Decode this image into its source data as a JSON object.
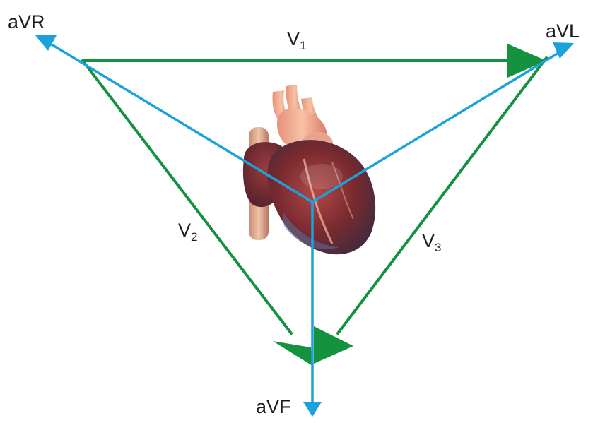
{
  "diagram": {
    "leads": {
      "avr": {
        "text": "aVR"
      },
      "avl": {
        "text": "aVL"
      },
      "avf": {
        "text": "aVF"
      },
      "v1": {
        "letter": "V",
        "index": "1"
      },
      "v2": {
        "letter": "V",
        "index": "2"
      },
      "v3": {
        "letter": "V",
        "index": "3"
      }
    },
    "colors": {
      "augmented_leads": "#1ba1dc",
      "limb_leads": "#14923f",
      "label_text": "#1e1e1e"
    },
    "icons": {
      "center": "heart-illustration"
    }
  }
}
